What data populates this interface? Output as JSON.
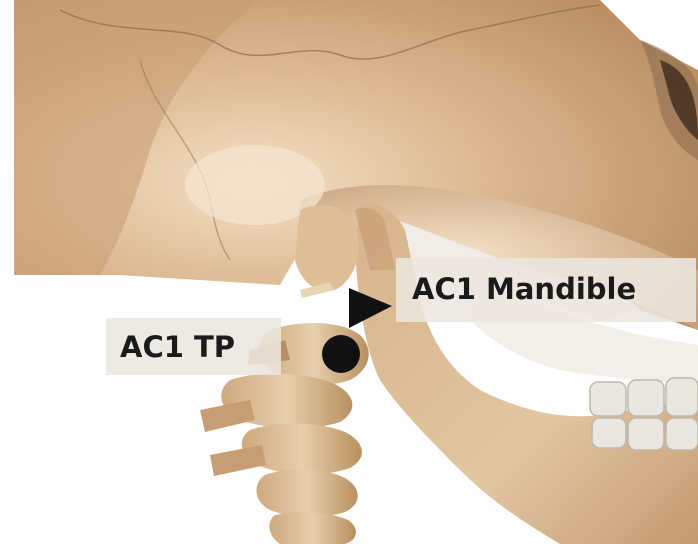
{
  "image": {
    "subject": "skull-jaw-and-cervical-spine-illustration",
    "colors": {
      "bone_base": "#d9b68f",
      "bone_shadow": "#b48a60",
      "bone_highlight": "#efdcc0",
      "tooth": "#e7e5dd",
      "marker": "#111111",
      "label_background": "#ece6de",
      "label_text": "#1a1a1a"
    }
  },
  "labels": {
    "mandible": "AC1 Mandible",
    "tp": "AC1 TP"
  },
  "markers": {
    "mandible": "triangle-marker",
    "tp": "circle-marker"
  }
}
